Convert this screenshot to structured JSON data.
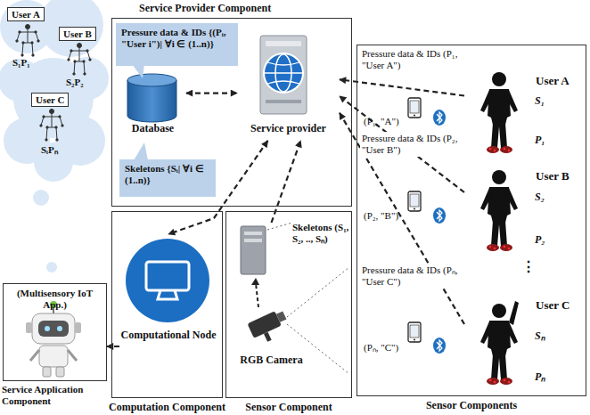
{
  "diagram": {
    "nodes": [
      {
        "text": [
          "User A"
        ]
      },
      {
        "text": [
          "User B"
        ]
      },
      {
        "text": [
          "User C"
        ]
      },
      {
        "text": [
          "Service Provider Component"
        ]
      },
      {
        "text": [
          "Pressure data & IDs {(Pᵢ, \"User i\")| ∀i ∈ (1..n)}"
        ],
        "in": 3
      },
      {
        "text": [
          "Database"
        ],
        "in": 3
      },
      {
        "text": [
          "Service provider"
        ],
        "in": 3
      },
      {
        "text": [
          "Skeletons {Sᵢ| ∀i ∈ (1..n)}"
        ],
        "in": 3
      },
      {
        "text": [
          "(Multisensory IoT App.)",
          "Service Application Component"
        ]
      },
      {
        "text": [
          "Computation Component"
        ]
      },
      {
        "text": [
          "Computational Node"
        ],
        "in": 9
      },
      {
        "text": [
          "Sensor Component"
        ]
      },
      {
        "text": [
          "RGB Camera"
        ],
        "in": 11
      },
      {
        "text": [
          "Sensor Components"
        ]
      },
      {
        "text": [
          "User A"
        ],
        "in": 13
      },
      {
        "text": [
          "User B"
        ],
        "in": 13
      },
      {
        "text": [
          "User C"
        ],
        "in": 13
      }
    ],
    "edges": [
      {
        "from": 5,
        "to": 6,
        "arrow": "both"
      },
      {
        "from": 14,
        "to": 6,
        "arrow": "to",
        "label": "Pressure data & IDs (P₁, \"User A\")"
      },
      {
        "from": 15,
        "to": 6,
        "arrow": "to",
        "label": "Pressure data & IDs (P₂, \"User B\")"
      },
      {
        "from": 16,
        "to": 6,
        "arrow": "to",
        "label": "Pressure data & IDs (Pₙ, \"User C\")"
      },
      {
        "from": 12,
        "to": 6,
        "arrow": "to"
      },
      {
        "from": 6,
        "to": 10,
        "arrow": "both"
      },
      {
        "from": 10,
        "to": 8,
        "arrow": "to"
      }
    ],
    "labels": [
      "S₁P₁",
      "S₂P₂",
      "SᵢPₙ",
      "Skeletons (S₁, S₂, .., Sₙ)",
      "(P₁, \"A\")",
      "(P₂, \"B\")",
      "(Pₙ, \"C\")",
      "S₁",
      "P₁",
      "S₂",
      "P₂",
      "⋮",
      "Sₙ",
      "Pₙ"
    ]
  }
}
